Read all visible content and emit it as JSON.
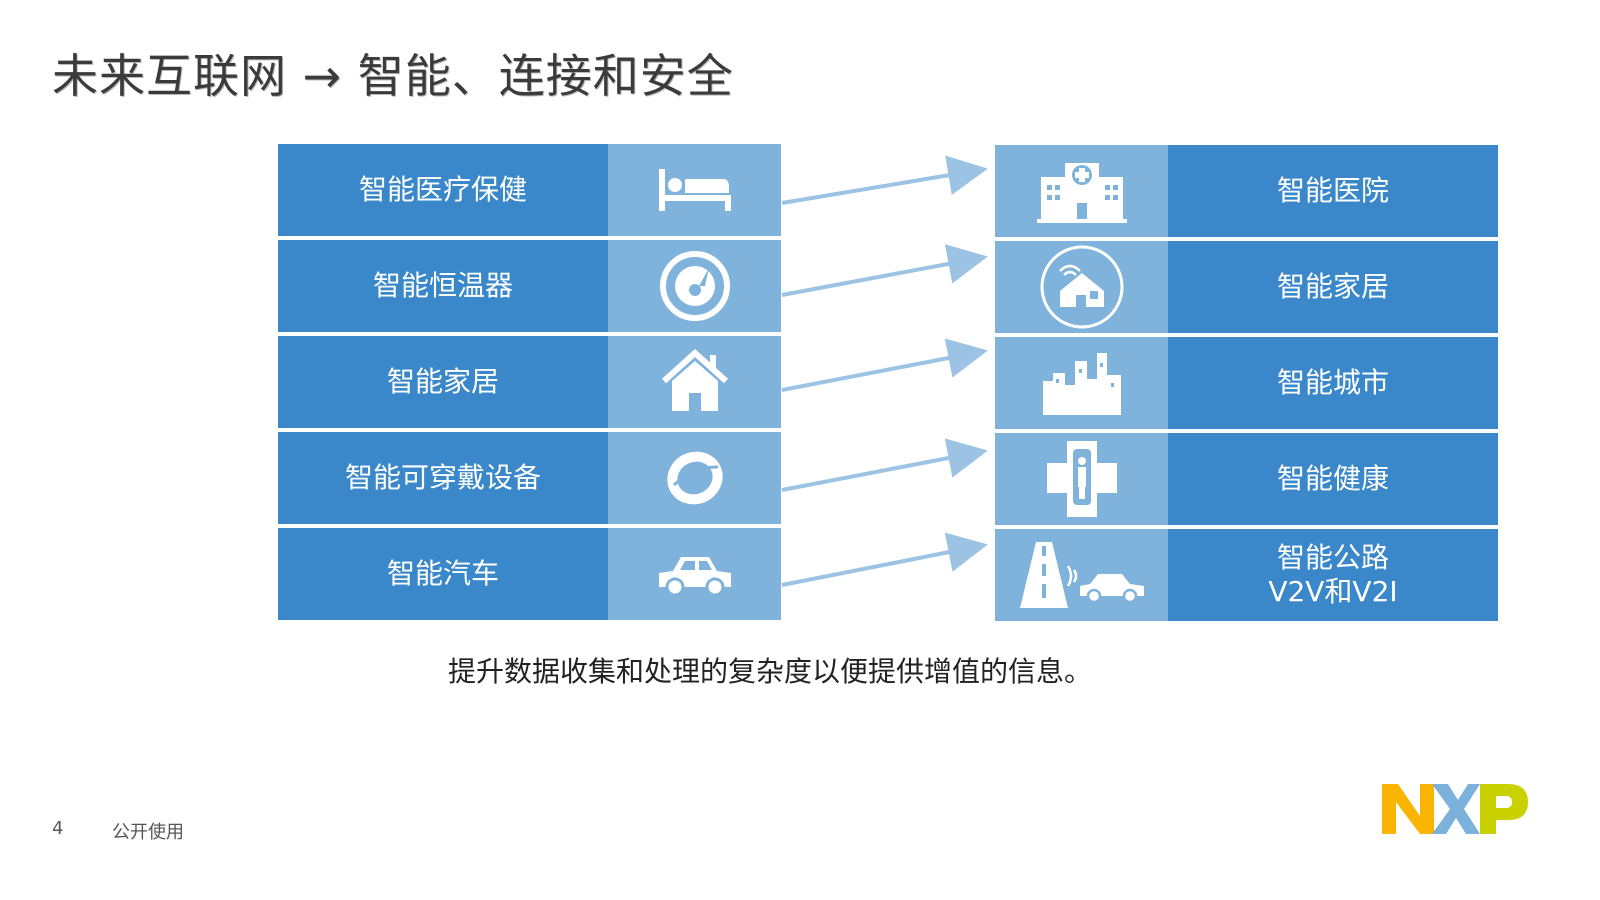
{
  "header": {
    "title": "未来互联网 → 智能、连接和安全"
  },
  "left_rows": [
    {
      "label": "智能医疗保健",
      "icon": "bed-icon"
    },
    {
      "label": "智能恒温器",
      "icon": "thermostat-icon"
    },
    {
      "label": "智能家居",
      "icon": "house-icon"
    },
    {
      "label": "智能可穿戴设备",
      "icon": "wristband-icon"
    },
    {
      "label": "智能汽车",
      "icon": "car-icon"
    }
  ],
  "right_rows": [
    {
      "label": "智能医院",
      "label2": "",
      "icon": "hospital-icon"
    },
    {
      "label": "智能家居",
      "label2": "",
      "icon": "connected-home-icon"
    },
    {
      "label": "智能城市",
      "label2": "",
      "icon": "city-skyline-icon"
    },
    {
      "label": "智能健康",
      "label2": "",
      "icon": "medical-cross-icon"
    },
    {
      "label": "智能公路",
      "label2": "V2V和V2I",
      "icon": "highway-car-icon"
    }
  ],
  "caption": "提升数据收集和处理的复杂度以便提供增值的信息。",
  "footer": {
    "page_number": "4",
    "label": "公开使用"
  },
  "logo": {
    "text": "NXP"
  },
  "colors": {
    "label_bg": "#3a88c9",
    "icon_bg": "#80b3dc",
    "arrow": "#9cc3e4"
  }
}
